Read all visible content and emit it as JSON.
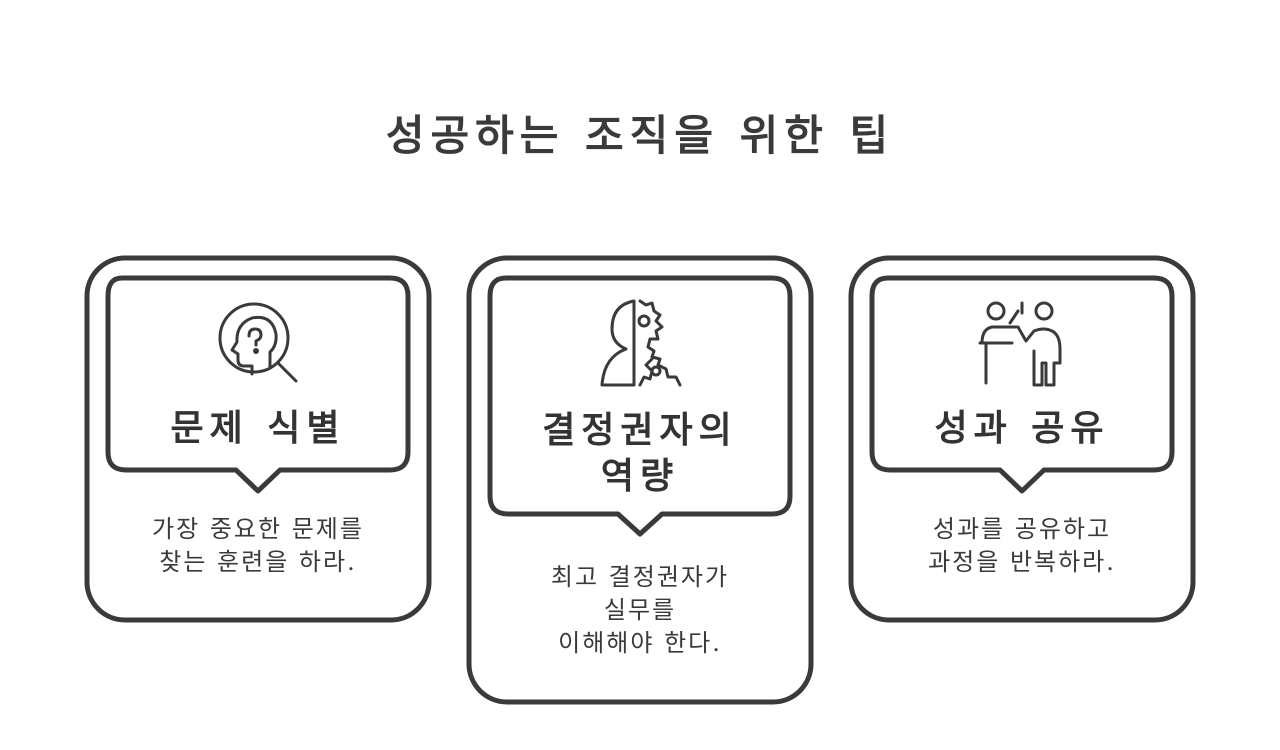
{
  "title": "성공하는 조직을 위한 팁",
  "cards": [
    {
      "icon": "head-question-magnifier-icon",
      "heading": "문제 식별",
      "body": "가장 중요한 문제를\n찾는 훈련을 하라."
    },
    {
      "icon": "head-gears-icon",
      "heading": "결정권자의\n역량",
      "body": "최고 결정권자가\n실무를\n이해해야 한다."
    },
    {
      "icon": "presenter-audience-icon",
      "heading": "성과 공유",
      "body": "성과를 공유하고\n과정을 반복하라."
    }
  ],
  "colors": {
    "stroke": "#3a3a3a",
    "background": "#ffffff"
  }
}
